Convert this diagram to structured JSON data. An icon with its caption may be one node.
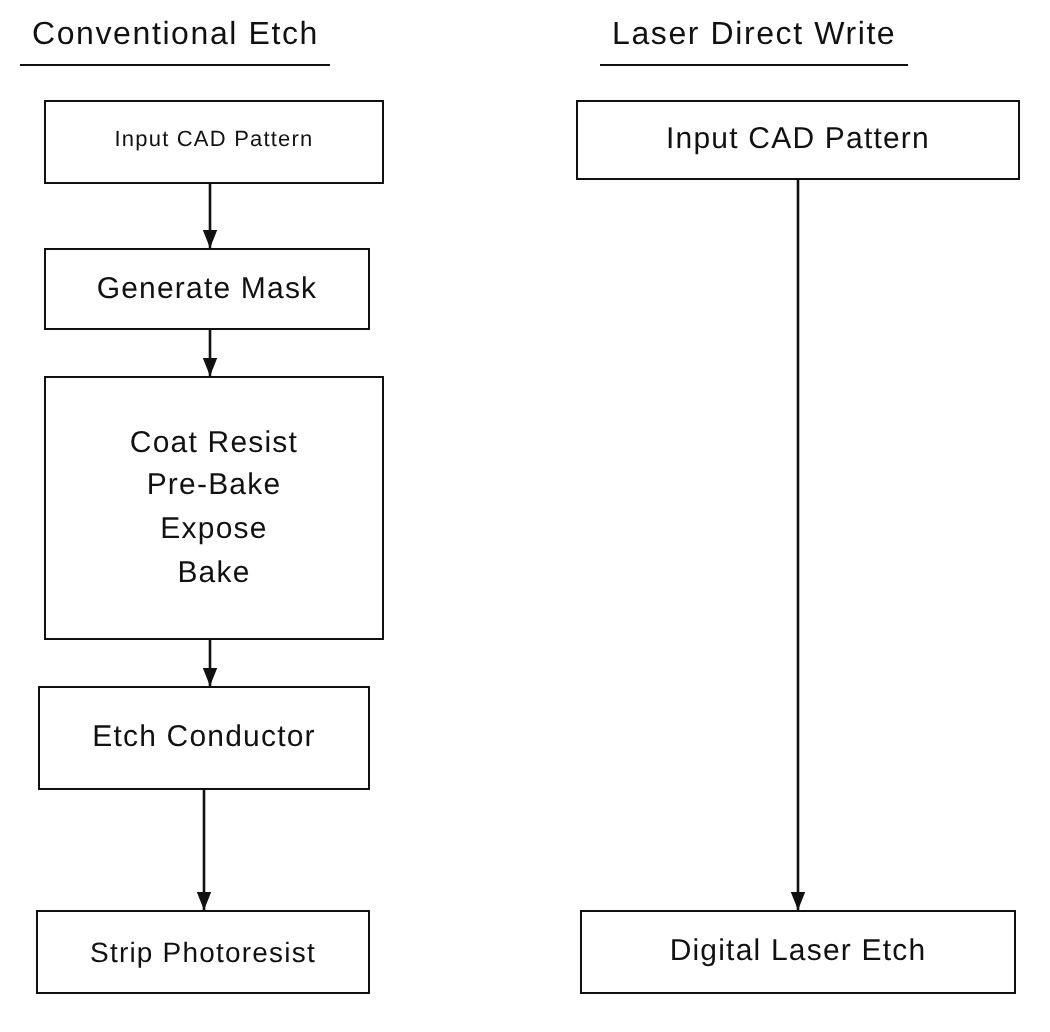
{
  "diagram": {
    "nodes": [
      {
        "text": [
          "Input CAD Pattern"
        ]
      },
      {
        "text": [
          "Generate Mask"
        ]
      },
      {
        "text": [
          "Coat Resist",
          "Pre-Bake",
          "Expose",
          "Bake"
        ]
      },
      {
        "text": [
          "Etch Conductor"
        ]
      },
      {
        "text": [
          "Strip Photoresist"
        ]
      },
      {
        "text": [
          "Input CAD Pattern"
        ]
      },
      {
        "text": [
          "Digital Laser Etch"
        ]
      }
    ],
    "edges": [
      {
        "from": 0,
        "to": 1,
        "arrow": "to"
      },
      {
        "from": 1,
        "to": 2,
        "arrow": "to"
      },
      {
        "from": 2,
        "to": 3,
        "arrow": "to"
      },
      {
        "from": 3,
        "to": 4,
        "arrow": "to"
      },
      {
        "from": 5,
        "to": 6,
        "arrow": "to"
      }
    ],
    "labels": [
      "Conventional Etch",
      "Laser Direct Write"
    ]
  }
}
